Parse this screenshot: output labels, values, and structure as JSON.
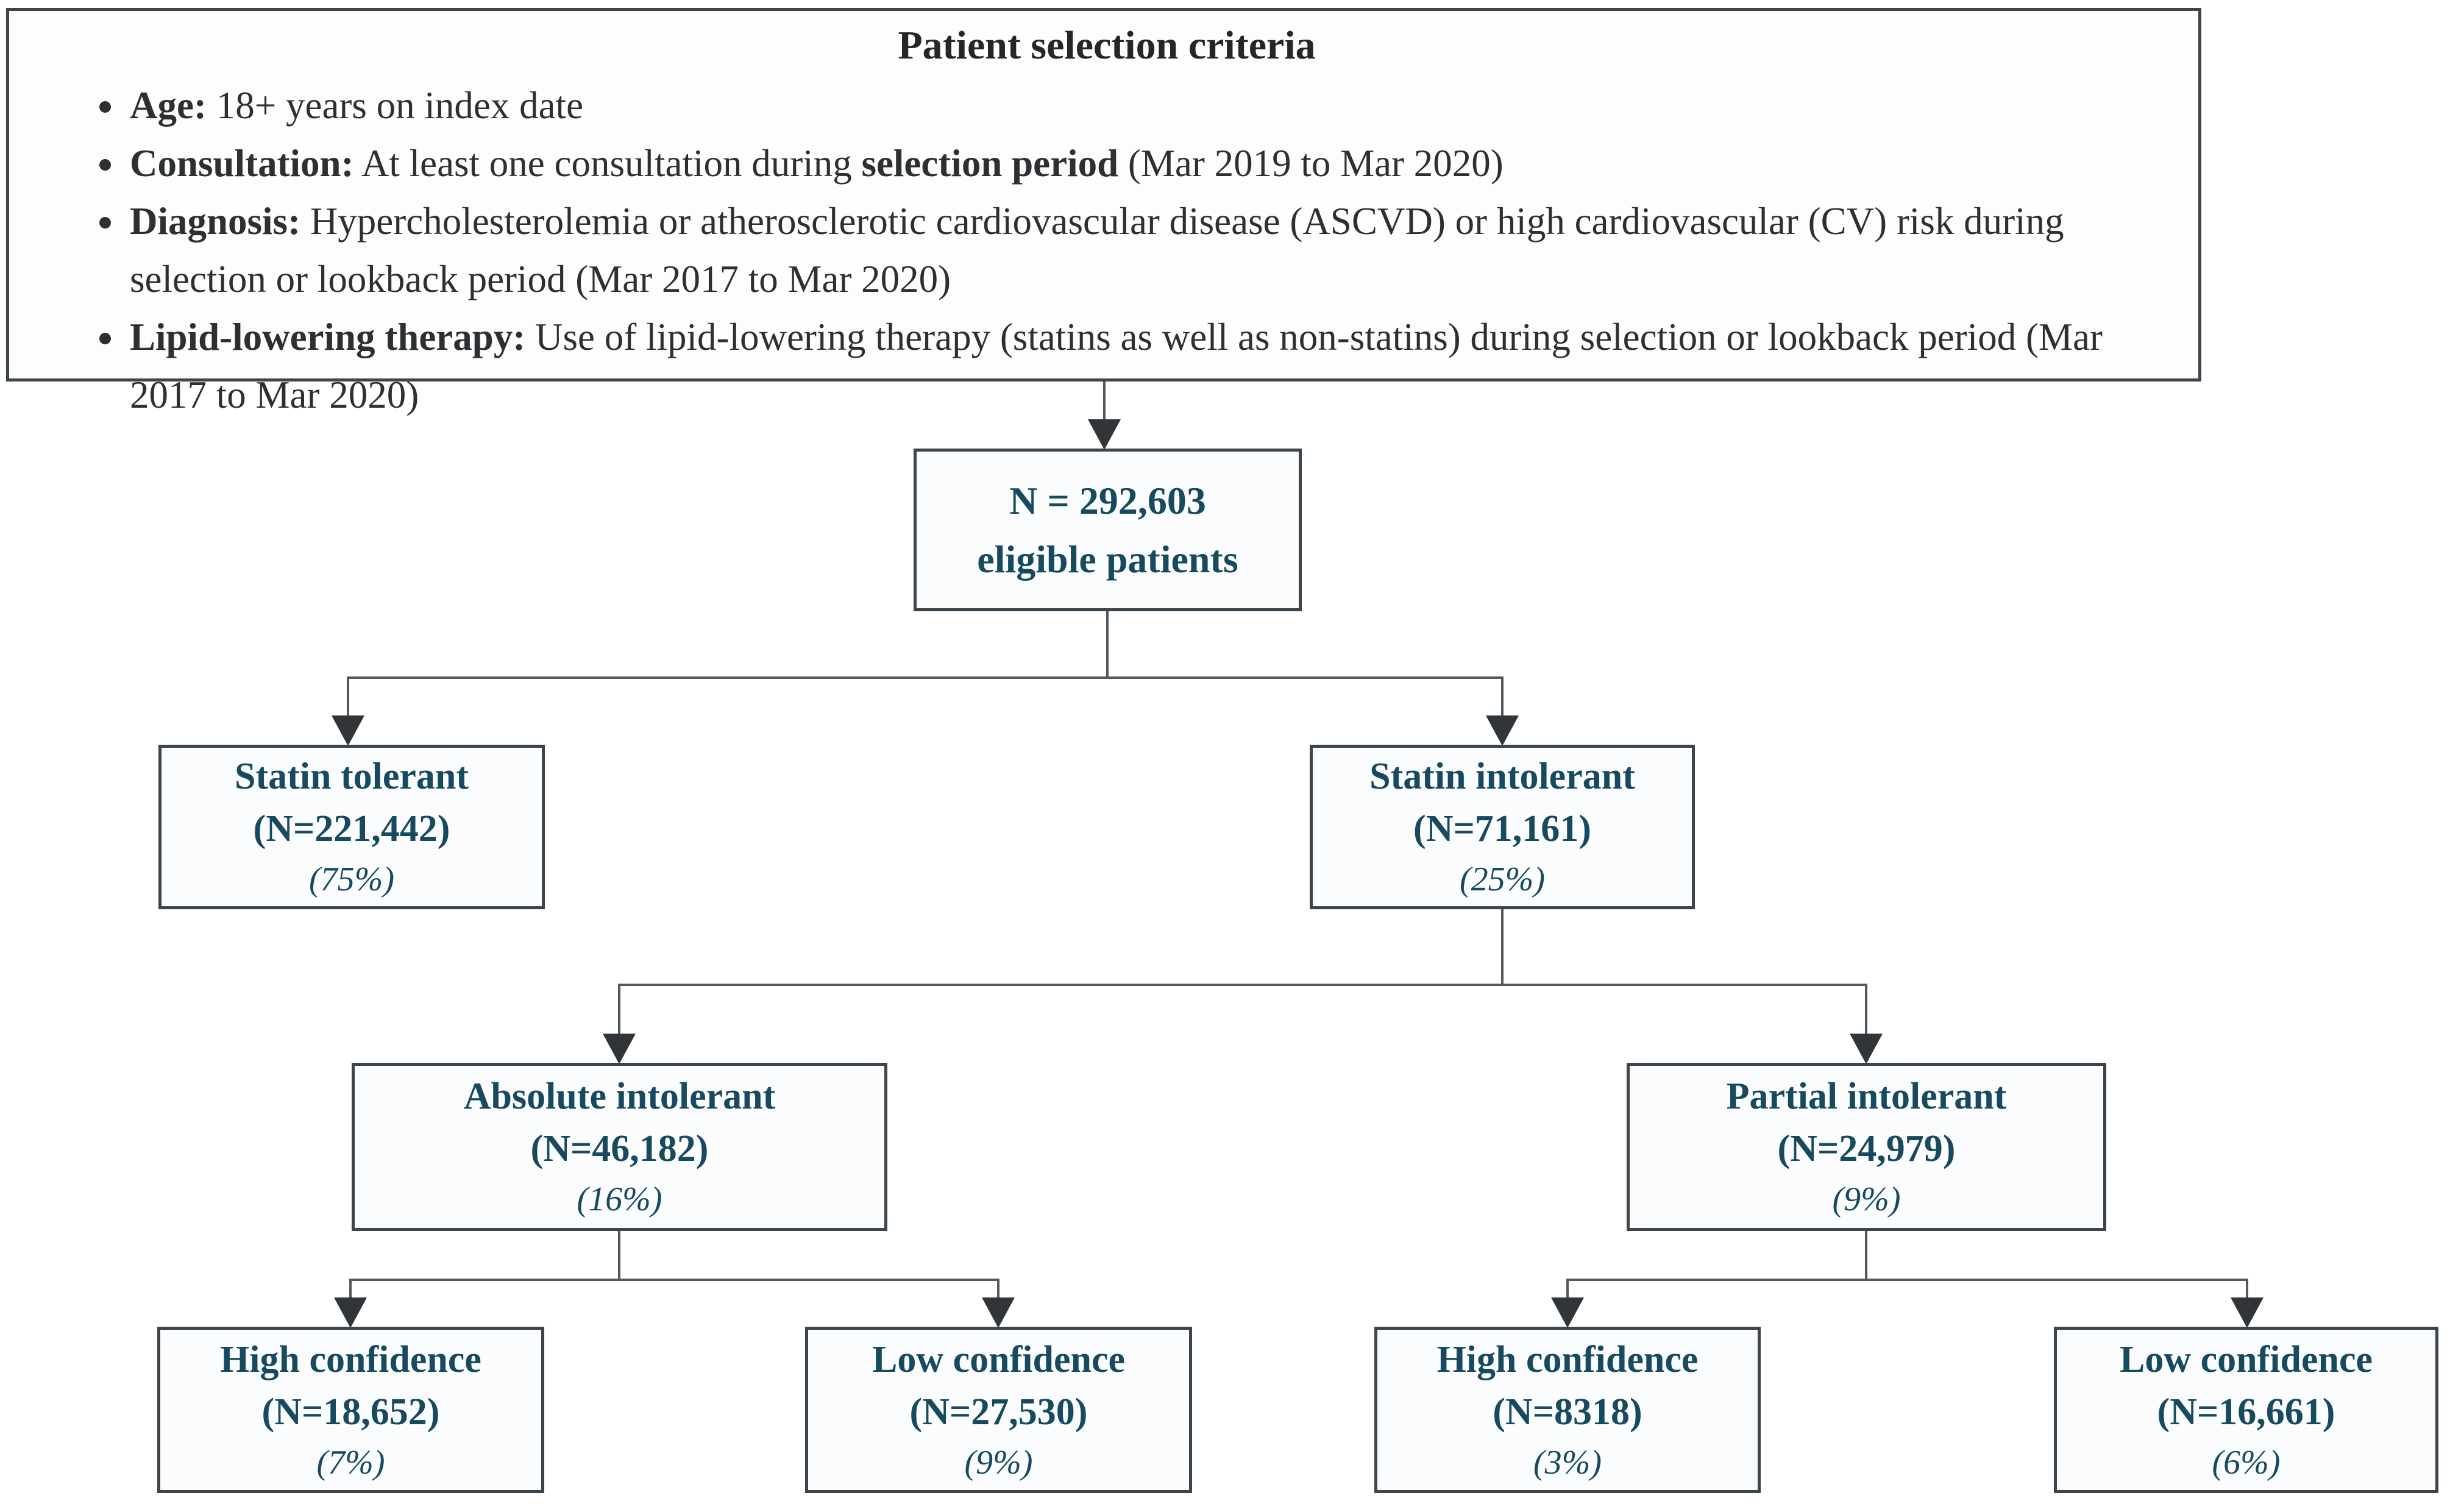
{
  "colors": {
    "node_text_teal": "#174a5f",
    "body_text_dark": "#2d3032",
    "box_border": "#3d454c",
    "connector_line": "#53585c",
    "arrowhead": "#2f3539",
    "node_fill": "#fbfcfd"
  },
  "criteria": {
    "title": "Patient selection criteria",
    "bullets": [
      {
        "segments": [
          {
            "text": "Age:",
            "bold": true
          },
          {
            "text": " 18+ years on index date",
            "bold": false
          }
        ]
      },
      {
        "segments": [
          {
            "text": "Consultation:",
            "bold": true
          },
          {
            "text": " At least one consultation during ",
            "bold": false
          },
          {
            "text": "selection period",
            "bold": true
          },
          {
            "text": " (Mar 2019 to Mar 2020)",
            "bold": false
          }
        ]
      },
      {
        "segments": [
          {
            "text": "Diagnosis:",
            "bold": true
          },
          {
            "text": " Hypercholesterolemia or atherosclerotic cardiovascular disease (ASCVD) or high cardiovascular (CV) risk during selection or lookback period (Mar 2017 to Mar 2020)",
            "bold": false
          }
        ]
      },
      {
        "segments": [
          {
            "text": "Lipid-lowering therapy:",
            "bold": true
          },
          {
            "text": " Use of lipid-lowering therapy (statins as well as non-statins) during selection or lookback period (Mar 2017 to Mar 2020)",
            "bold": false
          }
        ]
      }
    ]
  },
  "root": {
    "line1": "N = 292,603",
    "line2": "eligible patients"
  },
  "nodes": [
    {
      "id": "statin-tolerant",
      "title": "Statin tolerant",
      "n": "(N=221,442)",
      "pct": "(75%)"
    },
    {
      "id": "statin-intolerant",
      "title": "Statin intolerant",
      "n": "(N=71,161)",
      "pct": "(25%)"
    },
    {
      "id": "absolute-intolerant",
      "title": "Absolute intolerant",
      "n": "(N=46,182)",
      "pct": "(16%)"
    },
    {
      "id": "partial-intolerant",
      "title": "Partial intolerant",
      "n": "(N=24,979)",
      "pct": "(9%)"
    },
    {
      "id": "high-confidence-absolute",
      "title": "High confidence",
      "n": "(N=18,652)",
      "pct": "(7%)"
    },
    {
      "id": "low-confidence-absolute",
      "title": "Low confidence",
      "n": "(N=27,530)",
      "pct": "(9%)"
    },
    {
      "id": "high-confidence-partial",
      "title": "High confidence",
      "n": "(N=8318)",
      "pct": "(3%)"
    },
    {
      "id": "low-confidence-partial",
      "title": "Low confidence",
      "n": "(N=16,661)",
      "pct": "(6%)"
    }
  ]
}
